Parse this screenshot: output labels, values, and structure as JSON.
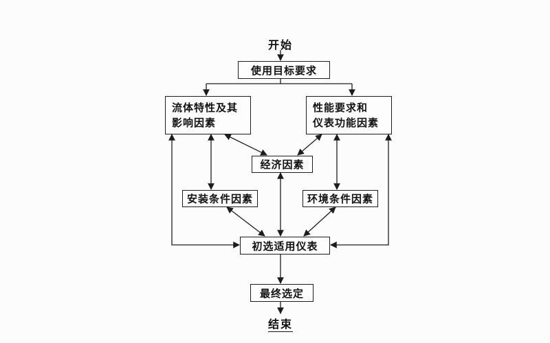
{
  "diagram": {
    "nodes": {
      "start": {
        "label": "开始"
      },
      "usage_goal": {
        "label": "使用目标要求"
      },
      "fluid": {
        "line1": "流体特性及其",
        "line2": "影响因素"
      },
      "performance": {
        "line1": "性能要求和",
        "line2": "仪表功能因素"
      },
      "economic": {
        "label": "经济因素"
      },
      "installation": {
        "label": "安装条件因素"
      },
      "environment": {
        "label": "环境条件因素"
      },
      "preliminary": {
        "label": "初选适用仪表"
      },
      "final": {
        "label": "最终选定"
      },
      "end": {
        "label": "结束"
      }
    },
    "colors": {
      "ink": "#1c1c1c",
      "background": "#fcfcfc",
      "box_fill": "#fdfdfd"
    }
  }
}
